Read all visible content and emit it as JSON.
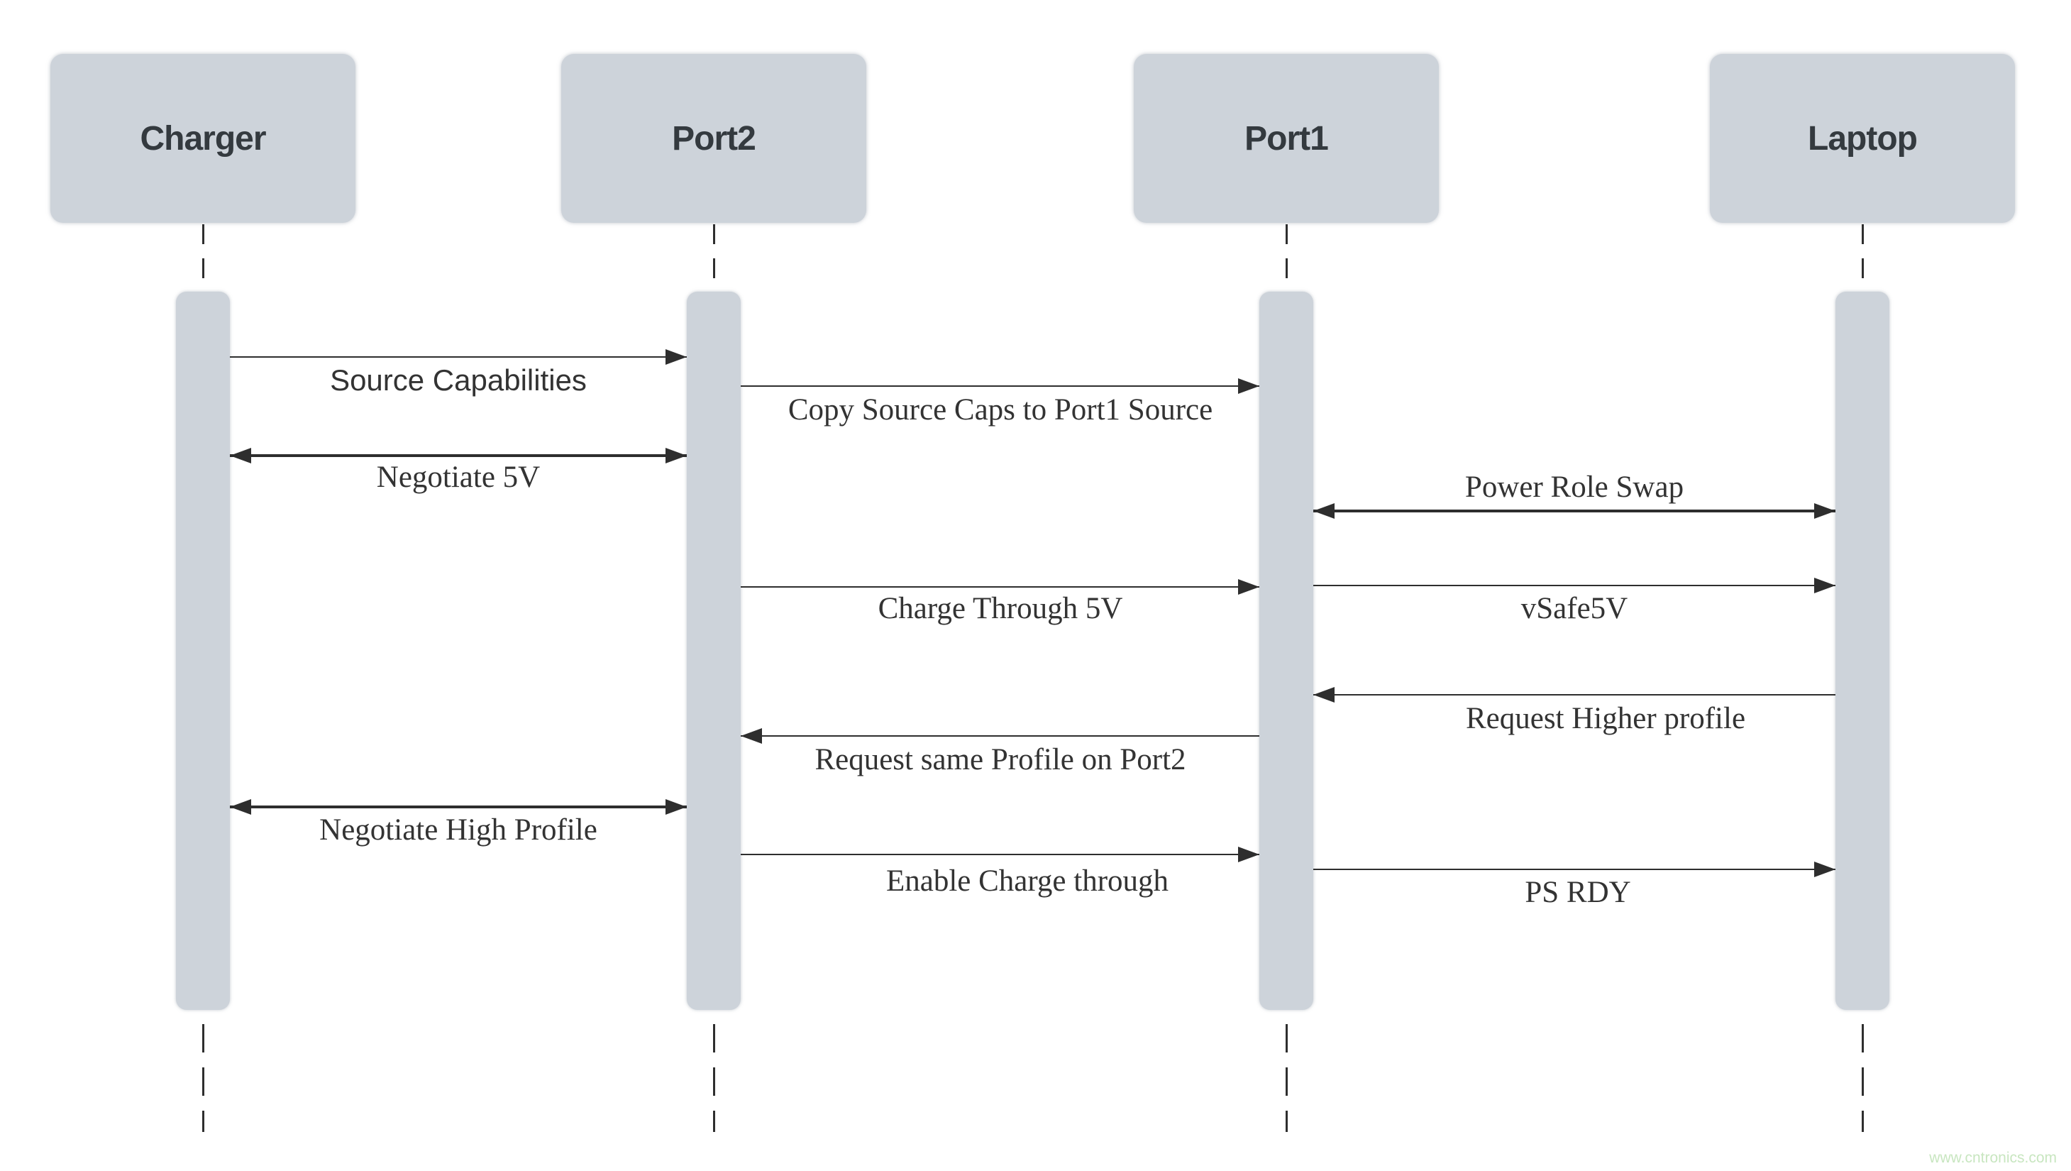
{
  "diagram": {
    "type": "sequence",
    "actors": [
      {
        "id": "charger",
        "label": "Charger"
      },
      {
        "id": "port2",
        "label": "Port2"
      },
      {
        "id": "port1",
        "label": "Port1"
      },
      {
        "id": "laptop",
        "label": "Laptop"
      }
    ],
    "messages": [
      {
        "label": "Source Capabilities",
        "from": "charger",
        "to": "port2",
        "arrow": "right",
        "label_position": "below"
      },
      {
        "label": "Copy Source Caps to Port1 Source",
        "from": "port2",
        "to": "port1",
        "arrow": "right",
        "label_position": "below"
      },
      {
        "label": "Negotiate 5V",
        "from": "charger",
        "to": "port2",
        "arrow": "both",
        "label_position": "below"
      },
      {
        "label": "Power Role Swap",
        "from": "port1",
        "to": "laptop",
        "arrow": "both",
        "label_position": "above"
      },
      {
        "label": "Charge Through 5V",
        "from": "port2",
        "to": "port1",
        "arrow": "right",
        "label_position": "below"
      },
      {
        "label": "vSafe5V",
        "from": "port1",
        "to": "laptop",
        "arrow": "right",
        "label_position": "below"
      },
      {
        "label": "Request Higher profile",
        "from": "laptop",
        "to": "port1",
        "arrow": "left",
        "label_position": "below"
      },
      {
        "label": "Request same Profile on Port2",
        "from": "port1",
        "to": "port2",
        "arrow": "left",
        "label_position": "below"
      },
      {
        "label": "Negotiate High Profile",
        "from": "charger",
        "to": "port2",
        "arrow": "both",
        "label_position": "below"
      },
      {
        "label": "Enable Charge through",
        "from": "port2",
        "to": "port1",
        "arrow": "right",
        "label_position": "below"
      },
      {
        "label": "PS RDY",
        "from": "port1",
        "to": "laptop",
        "arrow": "right",
        "label_position": "below"
      }
    ]
  },
  "watermark": {
    "text": "www.cntronics.com"
  },
  "colors": {
    "background": "#ffffff",
    "actor_box_fill": "#cdd3da",
    "actor_title": "#343a3f",
    "line": "#2e2e2e",
    "label_text": "#333333",
    "watermark_text": "#c8e6c0"
  }
}
